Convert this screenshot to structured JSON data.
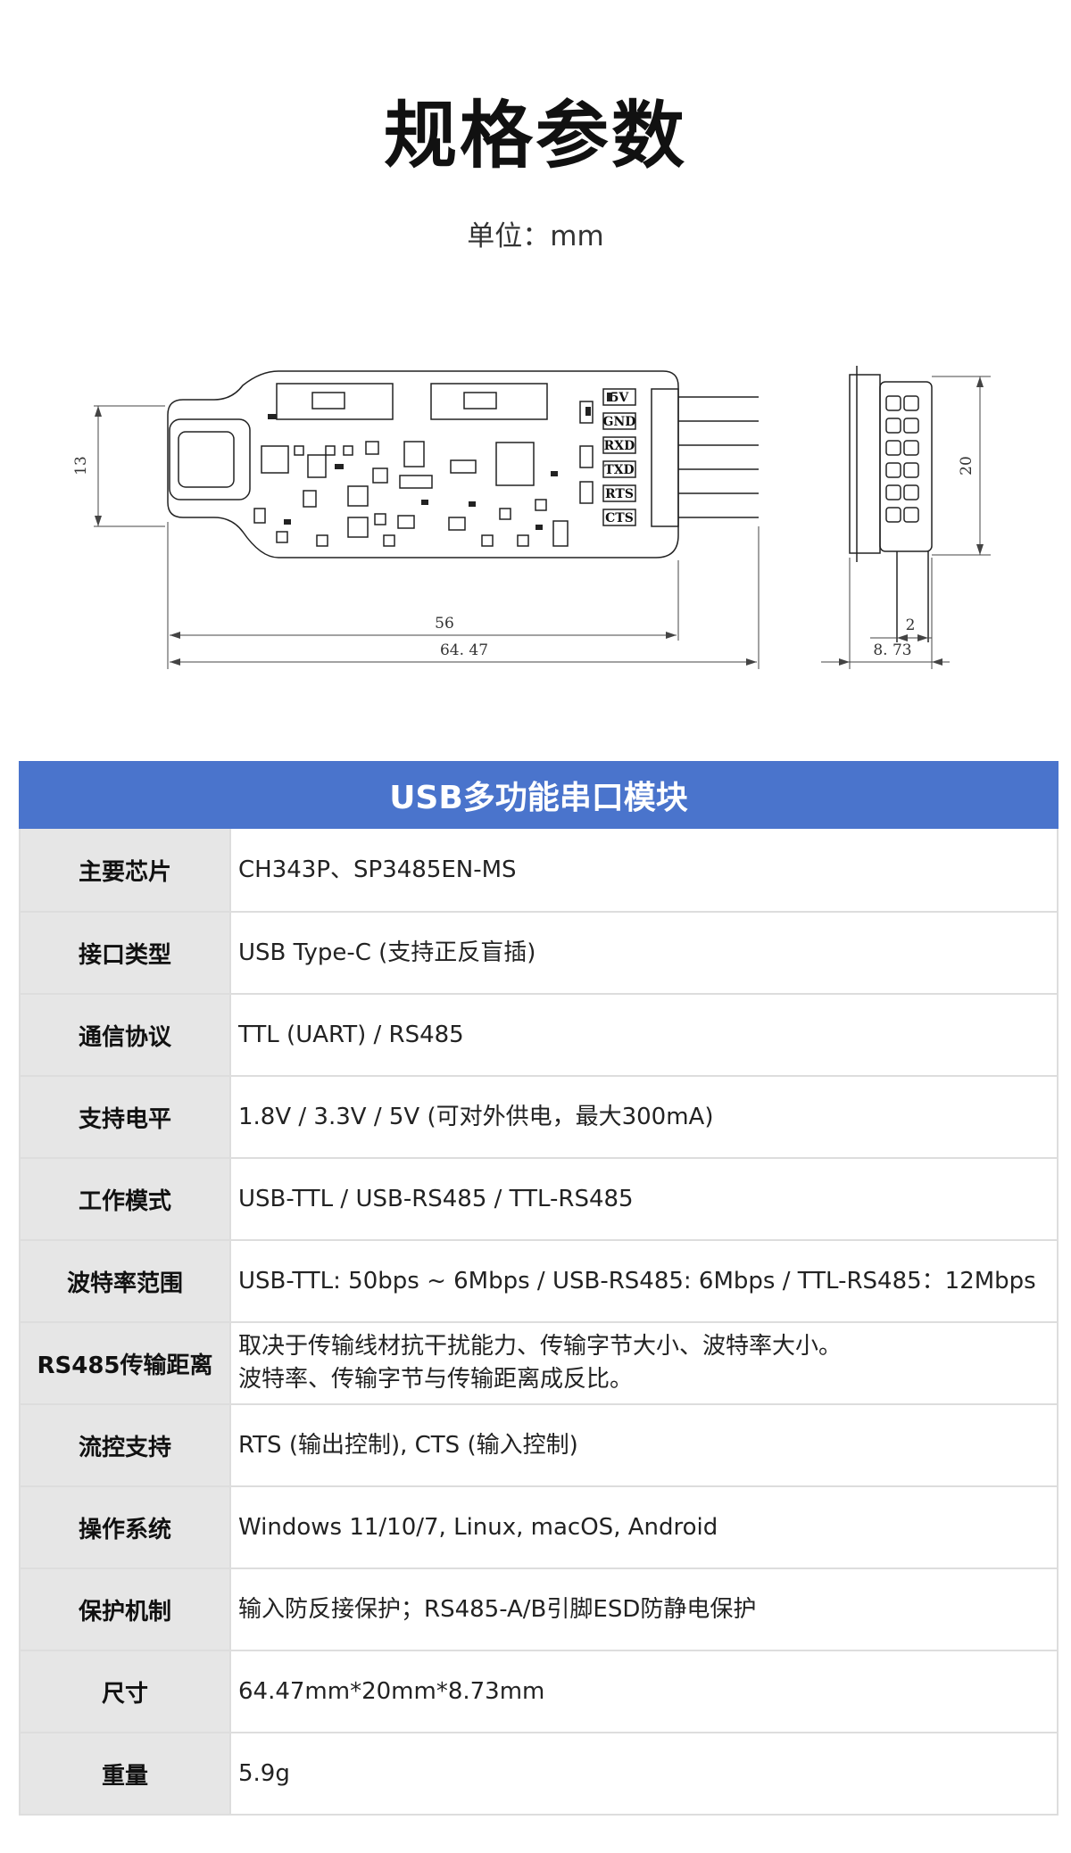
{
  "page": {
    "title": "规格参数",
    "unit": "单位：mm"
  },
  "drawing": {
    "pins": [
      "5V",
      "GND",
      "RXD",
      "TXD",
      "RTS",
      "CTS"
    ],
    "dimensions": {
      "height_pcb": "13",
      "length_pcb": "56",
      "length_total": "64. 47",
      "side_height": "20",
      "pin_pitch": "2",
      "side_width": "8. 73"
    }
  },
  "table": {
    "header": "USB多功能串口模块",
    "rows": [
      {
        "label": "主要芯片",
        "lines": [
          "CH343P、SP3485EN-MS"
        ]
      },
      {
        "label": "接口类型",
        "lines": [
          "USB Type-C (支持正反盲插)"
        ]
      },
      {
        "label": "通信协议",
        "lines": [
          "TTL (UART) / RS485"
        ]
      },
      {
        "label": "支持电平",
        "lines": [
          "1.8V / 3.3V / 5V (可对外供电，最大300mA)"
        ]
      },
      {
        "label": "工作模式",
        "lines": [
          "USB-TTL / USB-RS485 / TTL-RS485"
        ]
      },
      {
        "label": "波特率范围",
        "lines": [
          "USB-TTL: 50bps ~ 6Mbps / USB-RS485: 6Mbps / TTL-RS485：12Mbps"
        ]
      },
      {
        "label": "RS485传输距离",
        "lines": [
          "取决于传输线材抗干扰能力、传输字节大小、波特率大小。",
          "波特率、传输字节与传输距离成反比。"
        ]
      },
      {
        "label": "流控支持",
        "lines": [
          "RTS (输出控制), CTS (输入控制)"
        ]
      },
      {
        "label": "操作系统",
        "lines": [
          "Windows 11/10/7, Linux, macOS, Android"
        ]
      },
      {
        "label": "保护机制",
        "lines": [
          "输入防反接保护；RS485-A/B引脚ESD防静电保护"
        ]
      },
      {
        "label": "尺寸",
        "lines": [
          "64.47mm*20mm*8.73mm"
        ]
      },
      {
        "label": "重量",
        "lines": [
          "5.9g"
        ]
      }
    ]
  },
  "colors": {
    "header_bg": "#4a74cc",
    "label_bg": "#e6e6e6",
    "border": "#dddddd"
  }
}
